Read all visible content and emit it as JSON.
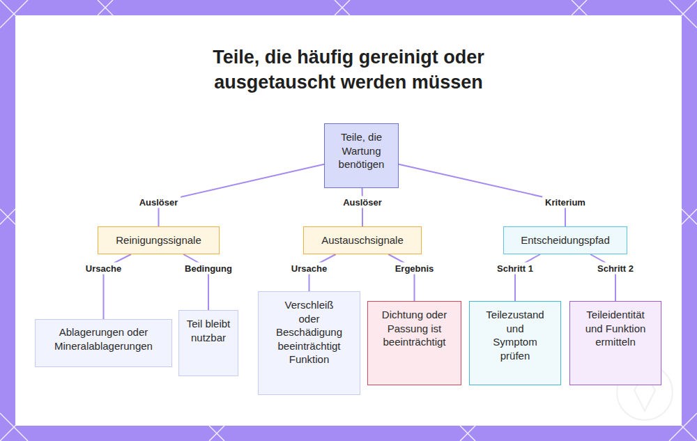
{
  "diagram": {
    "title": "Teile, die häufig gereinigt oder ausgetauscht werden müssen",
    "nodes": [
      {
        "text": [
          "Teile, die Wartung benötigen"
        ]
      },
      {
        "text": [
          "Reinigungssignale"
        ]
      },
      {
        "text": [
          "Austauschsignale"
        ]
      },
      {
        "text": [
          "Entscheidungspfad"
        ]
      },
      {
        "text": [
          "Ablagerungen oder Mineralablagerungen"
        ]
      },
      {
        "text": [
          "Teil bleibt nutzbar"
        ]
      },
      {
        "text": [
          "Verschleiß oder Beschädigung beeinträchtigt Funktion"
        ]
      },
      {
        "text": [
          "Dichtung oder Passung ist beeinträchtigt"
        ]
      },
      {
        "text": [
          "Teilezustand und Symptom prüfen"
        ]
      },
      {
        "text": [
          "Teileidentität und Funktion ermitteln"
        ]
      }
    ],
    "edges": [
      {
        "from": 0,
        "to": 1,
        "label": "Auslöser",
        "arrow": "none"
      },
      {
        "from": 0,
        "to": 2,
        "label": "Auslöser",
        "arrow": "none"
      },
      {
        "from": 0,
        "to": 3,
        "label": "Kriterium",
        "arrow": "none"
      },
      {
        "from": 1,
        "to": 4,
        "label": "Ursache",
        "arrow": "none"
      },
      {
        "from": 1,
        "to": 5,
        "label": "Bedingung",
        "arrow": "none"
      },
      {
        "from": 2,
        "to": 6,
        "label": "Ursache",
        "arrow": "none"
      },
      {
        "from": 2,
        "to": 7,
        "label": "Ergebnis",
        "arrow": "none"
      },
      {
        "from": 3,
        "to": 8,
        "label": "Schritt 1",
        "arrow": "none"
      },
      {
        "from": 3,
        "to": 9,
        "label": "Schritt 2",
        "arrow": "none"
      }
    ]
  }
}
